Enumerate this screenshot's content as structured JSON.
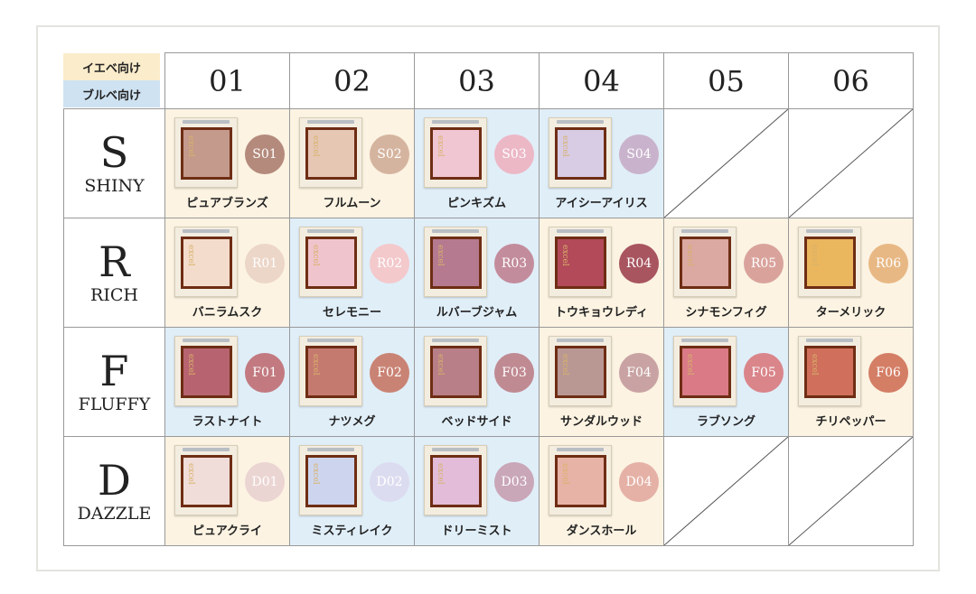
{
  "legend": {
    "yellow_label": "イエベ向け",
    "blue_label": "ブルベ向け",
    "yellow_color": "#fbeccb",
    "blue_color": "#cfe2f2"
  },
  "columns": [
    "01",
    "02",
    "03",
    "04",
    "05",
    "06"
  ],
  "rows": [
    {
      "letter": "S",
      "name": "SHINY",
      "cells": [
        {
          "code": "S01",
          "name": "ピュアブランズ",
          "tone": "y",
          "pan": "#c49a8c",
          "circle": "#b48a7c"
        },
        {
          "code": "S02",
          "name": "フルムーン",
          "tone": "y",
          "pan": "#e6c7b4",
          "circle": "#d5b49f"
        },
        {
          "code": "S03",
          "name": "ピンキズム",
          "tone": "b",
          "pan": "#f0c6d2",
          "circle": "#ecb8c6"
        },
        {
          "code": "S04",
          "name": "アイシーアイリス",
          "tone": "b",
          "pan": "#d8cbe4",
          "circle": "#c9b3cc"
        },
        null,
        null
      ]
    },
    {
      "letter": "R",
      "name": "RICH",
      "cells": [
        {
          "code": "R01",
          "name": "バニラムスク",
          "tone": "y",
          "pan": "#f3dccb",
          "circle": "#ecd6c8"
        },
        {
          "code": "R02",
          "name": "セレモニー",
          "tone": "b",
          "pan": "#f0c4cc",
          "circle": "#f3c9cc"
        },
        {
          "code": "R03",
          "name": "ルバーブジャム",
          "tone": "b",
          "pan": "#b57a90",
          "circle": "#c38c9c"
        },
        {
          "code": "R04",
          "name": "トウキョウレディ",
          "tone": "y",
          "pan": "#b24a5a",
          "circle": "#a85560"
        },
        {
          "code": "R05",
          "name": "シナモンフィグ",
          "tone": "y",
          "pan": "#dba8a2",
          "circle": "#d9a39c"
        },
        {
          "code": "R06",
          "name": "ターメリック",
          "tone": "y",
          "pan": "#eab65e",
          "circle": "#e8b884"
        }
      ]
    },
    {
      "letter": "F",
      "name": "FLUFFY",
      "cells": [
        {
          "code": "F01",
          "name": "ラストナイト",
          "tone": "b",
          "pan": "#b86470",
          "circle": "#c27a80"
        },
        {
          "code": "F02",
          "name": "ナツメグ",
          "tone": "b",
          "pan": "#c57a70",
          "circle": "#c98374"
        },
        {
          "code": "F03",
          "name": "ベッドサイド",
          "tone": "b",
          "pan": "#b87f88",
          "circle": "#c08a92"
        },
        {
          "code": "F04",
          "name": "サンダルウッド",
          "tone": "y",
          "pan": "#b99894",
          "circle": "#c9a3a3"
        },
        {
          "code": "F05",
          "name": "ラブソング",
          "tone": "b",
          "pan": "#d97a86",
          "circle": "#d9858a"
        },
        {
          "code": "F06",
          "name": "チリペッパー",
          "tone": "y",
          "pan": "#d0705c",
          "circle": "#d47e66"
        }
      ]
    },
    {
      "letter": "D",
      "name": "DAZZLE",
      "cells": [
        {
          "code": "D01",
          "name": "ピュアクライ",
          "tone": "y",
          "pan": "#f0dcd8",
          "circle": "#ebd5d3"
        },
        {
          "code": "D02",
          "name": "ミスティレイク",
          "tone": "b",
          "pan": "#cdd5ee",
          "circle": "#dcdcf0"
        },
        {
          "code": "D03",
          "name": "ドリーミスト",
          "tone": "b",
          "pan": "#e2bcd8",
          "circle": "#c9a6b8"
        },
        {
          "code": "D04",
          "name": "ダンスホール",
          "tone": "y",
          "pan": "#e7b3a6",
          "circle": "#e5b1a6"
        },
        null,
        null
      ]
    }
  ],
  "pan_logo": "excel"
}
